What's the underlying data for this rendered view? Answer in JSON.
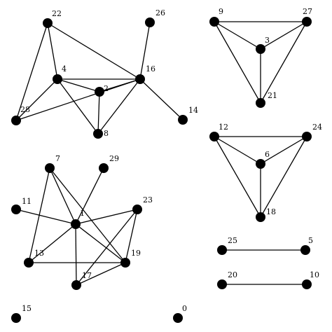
{
  "graph": {
    "nodes": [
      {
        "id": "0",
        "label": "0"
      },
      {
        "id": "1",
        "label": "1"
      },
      {
        "id": "2",
        "label": "2"
      },
      {
        "id": "3",
        "label": "3"
      },
      {
        "id": "4",
        "label": "4"
      },
      {
        "id": "5",
        "label": "5"
      },
      {
        "id": "6",
        "label": "6"
      },
      {
        "id": "7",
        "label": "7"
      },
      {
        "id": "8",
        "label": "8"
      },
      {
        "id": "9",
        "label": "9"
      },
      {
        "id": "10",
        "label": "10"
      },
      {
        "id": "11",
        "label": "11"
      },
      {
        "id": "12",
        "label": "12"
      },
      {
        "id": "13",
        "label": "13"
      },
      {
        "id": "14",
        "label": "14"
      },
      {
        "id": "15",
        "label": "15"
      },
      {
        "id": "16",
        "label": "16"
      },
      {
        "id": "17",
        "label": "17"
      },
      {
        "id": "18",
        "label": "18"
      },
      {
        "id": "20",
        "label": "20"
      },
      {
        "id": "21",
        "label": "21"
      },
      {
        "id": "22",
        "label": "22"
      },
      {
        "id": "23",
        "label": "23"
      },
      {
        "id": "24",
        "label": "24"
      },
      {
        "id": "25",
        "label": "25"
      },
      {
        "id": "26",
        "label": "26"
      },
      {
        "id": "27",
        "label": "27"
      },
      {
        "id": "28",
        "label": "28"
      },
      {
        "id": "29",
        "label": "29"
      },
      {
        "id": "19",
        "label": "19"
      }
    ],
    "edges": [
      [
        "22",
        "4"
      ],
      [
        "22",
        "28"
      ],
      [
        "22",
        "16"
      ],
      [
        "4",
        "2"
      ],
      [
        "4",
        "16"
      ],
      [
        "4",
        "28"
      ],
      [
        "4",
        "8"
      ],
      [
        "2",
        "16"
      ],
      [
        "2",
        "8"
      ],
      [
        "28",
        "16"
      ],
      [
        "16",
        "8"
      ],
      [
        "16",
        "26"
      ],
      [
        "16",
        "14"
      ],
      [
        "9",
        "27"
      ],
      [
        "9",
        "3"
      ],
      [
        "9",
        "21"
      ],
      [
        "27",
        "3"
      ],
      [
        "27",
        "21"
      ],
      [
        "3",
        "21"
      ],
      [
        "12",
        "24"
      ],
      [
        "12",
        "6"
      ],
      [
        "12",
        "18"
      ],
      [
        "24",
        "6"
      ],
      [
        "24",
        "18"
      ],
      [
        "6",
        "18"
      ],
      [
        "25",
        "5"
      ],
      [
        "20",
        "10"
      ],
      [
        "7",
        "1"
      ],
      [
        "7",
        "13"
      ],
      [
        "7",
        "19"
      ],
      [
        "29",
        "1"
      ],
      [
        "11",
        "1"
      ],
      [
        "1",
        "23"
      ],
      [
        "1",
        "13"
      ],
      [
        "1",
        "19"
      ],
      [
        "1",
        "17"
      ],
      [
        "23",
        "17"
      ],
      [
        "23",
        "19"
      ],
      [
        "13",
        "19"
      ],
      [
        "17",
        "19"
      ]
    ]
  }
}
